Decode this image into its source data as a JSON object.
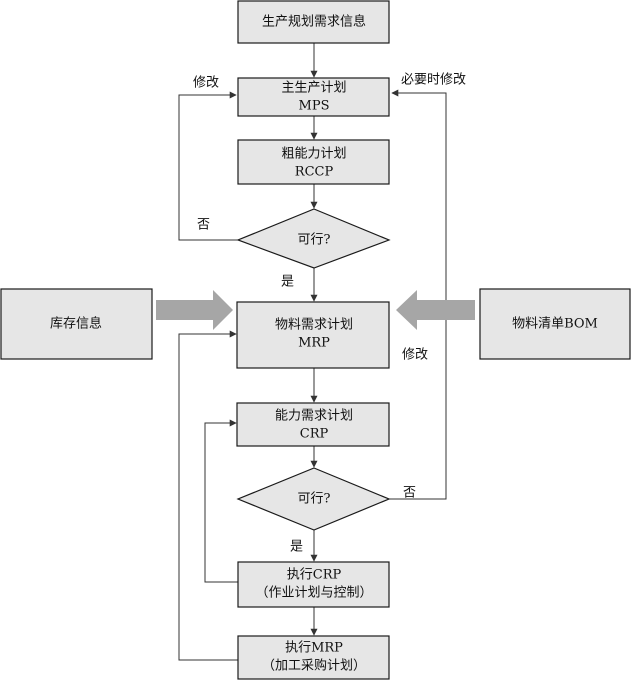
{
  "nodes": {
    "demand_info": "生产规划需求信息",
    "mps_line1": "主生产计划",
    "mps_line2": "MPS",
    "rccp_line1": "粗能力计划",
    "rccp_line2": "RCCP",
    "feasible1": "可行?",
    "mrp_line1": "物料需求计划",
    "mrp_line2": "MRP",
    "crp_line1": "能力需求计划",
    "crp_line2": "CRP",
    "feasible2": "可行?",
    "exec_crp_line1": "执行CRP",
    "exec_crp_line2": "（作业计划与控制）",
    "exec_mrp_line1": "执行MRP",
    "exec_mrp_line2": "（加工采购计划）",
    "inventory": "库存信息",
    "bom": "物料清单BOM"
  },
  "labels": {
    "modify_left": "修改",
    "modify_when_needed": "必要时修改",
    "no1": "否",
    "yes1": "是",
    "modify_right": "修改",
    "no2": "否",
    "yes2": "是"
  }
}
